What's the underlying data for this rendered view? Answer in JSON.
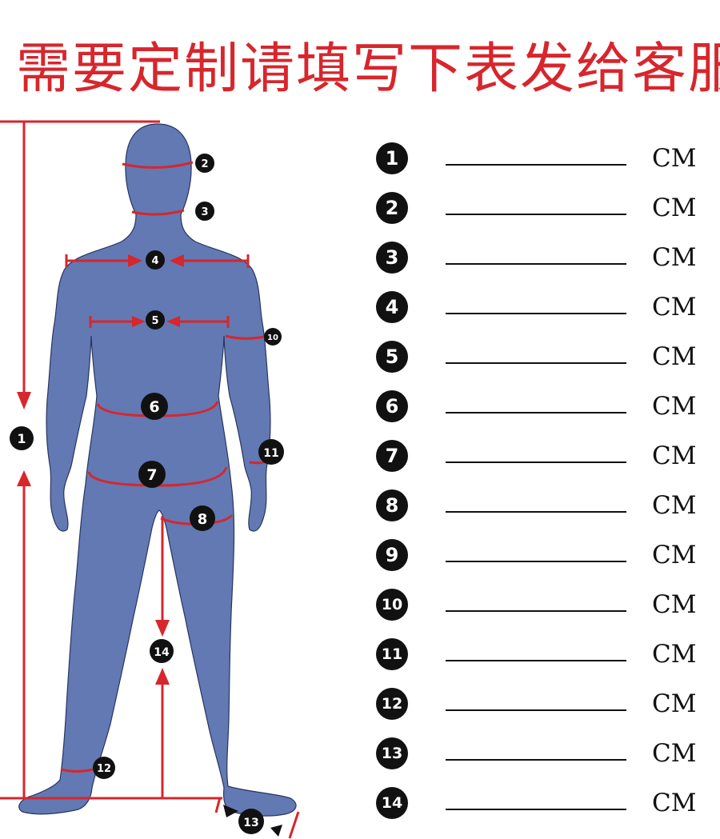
{
  "title": "需要定制请填写下表发给客服",
  "unit": "CM",
  "measurements": [
    {
      "num": "1",
      "value": ""
    },
    {
      "num": "2",
      "value": ""
    },
    {
      "num": "3",
      "value": ""
    },
    {
      "num": "4",
      "value": ""
    },
    {
      "num": "5",
      "value": ""
    },
    {
      "num": "6",
      "value": ""
    },
    {
      "num": "7",
      "value": ""
    },
    {
      "num": "8",
      "value": ""
    },
    {
      "num": "9",
      "value": ""
    },
    {
      "num": "10",
      "value": ""
    },
    {
      "num": "11",
      "value": ""
    },
    {
      "num": "12",
      "value": ""
    },
    {
      "num": "13",
      "value": ""
    },
    {
      "num": "14",
      "value": ""
    }
  ],
  "figure_markers": [
    "1",
    "2",
    "3",
    "4",
    "5",
    "6",
    "7",
    "8",
    "10",
    "11",
    "12",
    "13",
    "14"
  ],
  "colors": {
    "body": "#6279b4",
    "measure": "#d7262c",
    "marker": "#111111"
  }
}
